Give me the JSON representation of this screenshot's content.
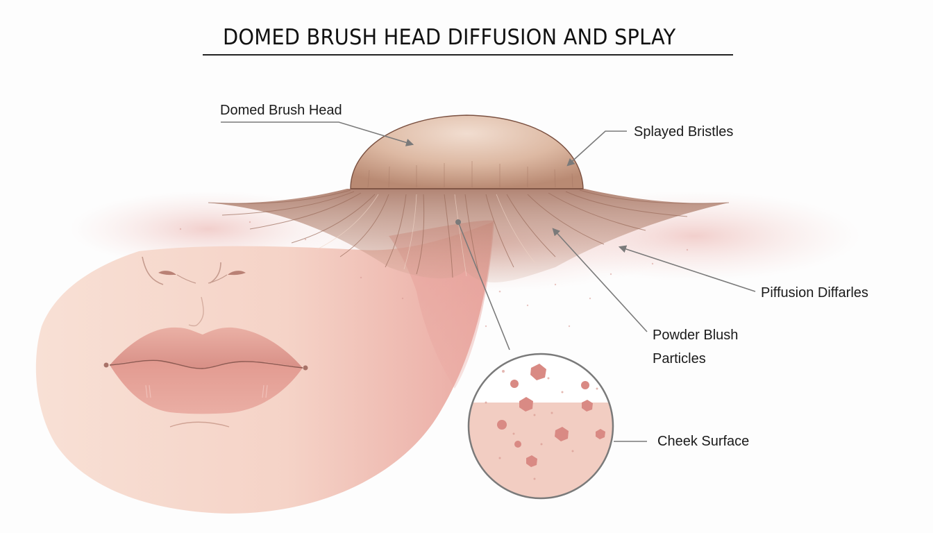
{
  "title": "DOMED BRUSH HEAD DIFFUSION AND SPLAY",
  "labels": {
    "domed_brush_head": "Domed Brush Head",
    "splayed_bristles": "Splayed Bristles",
    "diffusion_particles": "Piffusion Diffarles",
    "powder_blush_line1": "Powder Blush",
    "powder_blush_line2": "Particles",
    "cheek_surface": "Cheek Surface"
  },
  "colors": {
    "background": "#fdfdfd",
    "dome": "#d9b39c",
    "dome_edge": "#7a5040",
    "bristles": "#a97a66",
    "skin": "#f6d8cc",
    "blush": "#e7a39c",
    "lips": "#e8a096",
    "particle": "#e08f88",
    "leader_line": "#707070",
    "text": "#1a1a1a"
  }
}
